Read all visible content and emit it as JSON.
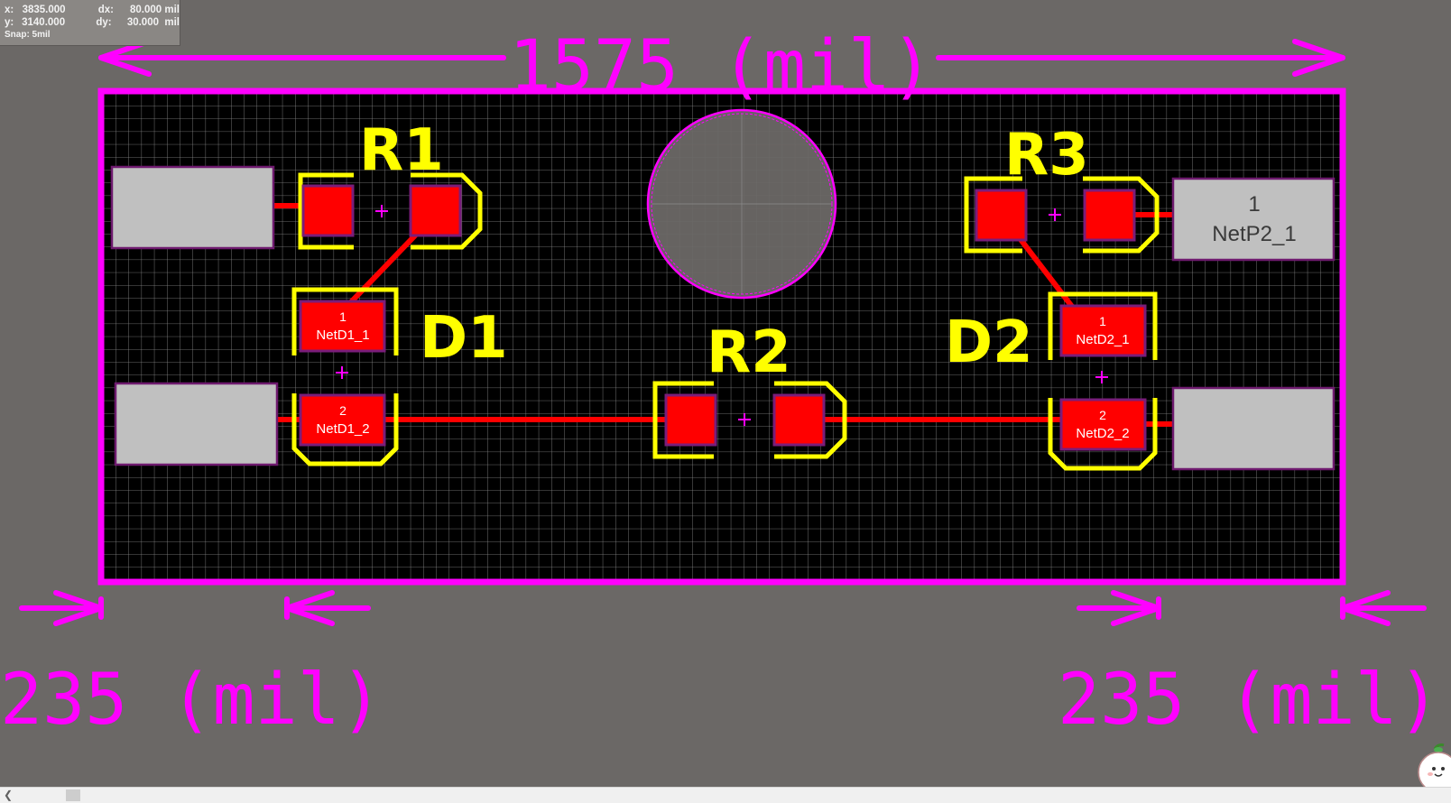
{
  "hud": {
    "x_label": "x:",
    "x_value": "3835.000",
    "dx_label": "dx:",
    "dx_value": "80.000 mil",
    "y_label": "y:",
    "y_value": "3140.000",
    "dy_label": "dy:",
    "dy_value": "30.000  mil",
    "snap": "Snap: 5mil"
  },
  "dimensions": {
    "board_width": "1575 (mil)",
    "left_offset": "235 (mil)",
    "right_offset": "235 (mil)"
  },
  "components": {
    "r1": "R1",
    "r2": "R2",
    "r3": "R3",
    "d1": "D1",
    "d2": "D2"
  },
  "pads": {
    "d1_pad1_num": "1",
    "d1_pad1_net": "NetD1_1",
    "d1_pad2_num": "2",
    "d1_pad2_net": "NetD1_2",
    "d2_pad1_num": "1",
    "d2_pad1_net": "NetD2_1",
    "d2_pad2_num": "2",
    "d2_pad2_net": "NetD2_2",
    "p2_pad_num": "1",
    "p2_pad_net": "NetP2_1"
  },
  "colors": {
    "background": "#6b6866",
    "board": "#000000",
    "grid": "#8c8c8c",
    "keepout": "#ff00ff",
    "silkscreen": "#ffff00",
    "copper": "#ff0000",
    "pad_outline": "#7a1d7a",
    "connector_pad": "#c0c0c0"
  },
  "scrollbar": {
    "left_arrow_icon": "chevron-left-icon"
  }
}
